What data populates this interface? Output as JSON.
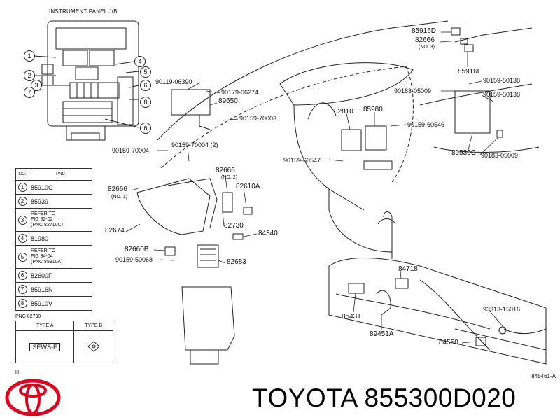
{
  "header": {
    "title": "INSTRUMENT PANEL J/B"
  },
  "callouts": [
    "1",
    "2",
    "3",
    "4",
    "5",
    "6",
    "7",
    "8"
  ],
  "part_labels": {
    "p85916D": "85916D",
    "p82666a": "82666",
    "p82666a_note": "(NO. 3)",
    "p85916L": "85916L",
    "p90159_50138a": "90159-50138",
    "p90183_05009a": "90183-05009",
    "p90159_50138b": "90159-50138",
    "p90119_06390": "90119-06390",
    "p90179_06274": "90179-06274",
    "p89650": "89650",
    "p90159_70003": "90159-70003",
    "p82810": "82810",
    "p85980": "85980",
    "p90159_60546": "90159-60546",
    "p89530C": "89530C",
    "p90183_05009b": "90183-05009",
    "p90159_70004": "90159-70004",
    "p90159_70004_2": "90159-70004 (2)",
    "p90159_60547": "90159-60547",
    "p82666b": "82666",
    "p82666b_note": "(NO. 2)",
    "p82666c": "82666",
    "p82666c_note": "(NO. 1)",
    "p82610A": "82610A",
    "p82674": "82674",
    "p82730": "82730",
    "p84340": "84340",
    "p82660B": "82660B",
    "p90159_50068": "90159-50068",
    "p82683": "82683",
    "p84718": "84718",
    "p85431": "85431",
    "p89451A": "89451A",
    "p93313_15016": "93313-15016",
    "p84550": "84550"
  },
  "pnc_table": {
    "headers": [
      "NO.",
      "PNC"
    ],
    "rows": [
      {
        "no": "1",
        "pnc": "85910C"
      },
      {
        "no": "2",
        "pnc": "85939"
      },
      {
        "no": "3",
        "pnc": "REFER TO",
        "l2": "FIG 82-02",
        "l3": "(PNC 82710C)"
      },
      {
        "no": "4",
        "pnc": "81980"
      },
      {
        "no": "5",
        "pnc": "REFER TO",
        "l2": "FIG 84-04",
        "l3": "(PNC 85910A)"
      },
      {
        "no": "6",
        "pnc": "82600F"
      },
      {
        "no": "7",
        "pnc": "85916N"
      },
      {
        "no": "8",
        "pnc": "85910V"
      }
    ]
  },
  "type_table": {
    "caption": "PNC 82730",
    "type_a": "TYPE A",
    "type_b": "TYPE B",
    "sews": "SEWS-E"
  },
  "figure_ref": "845461-A",
  "footer_left": "H",
  "brand": "TOYOTA 855300D020",
  "colors": {
    "logo": "#e0001a",
    "ink": "#222222"
  }
}
